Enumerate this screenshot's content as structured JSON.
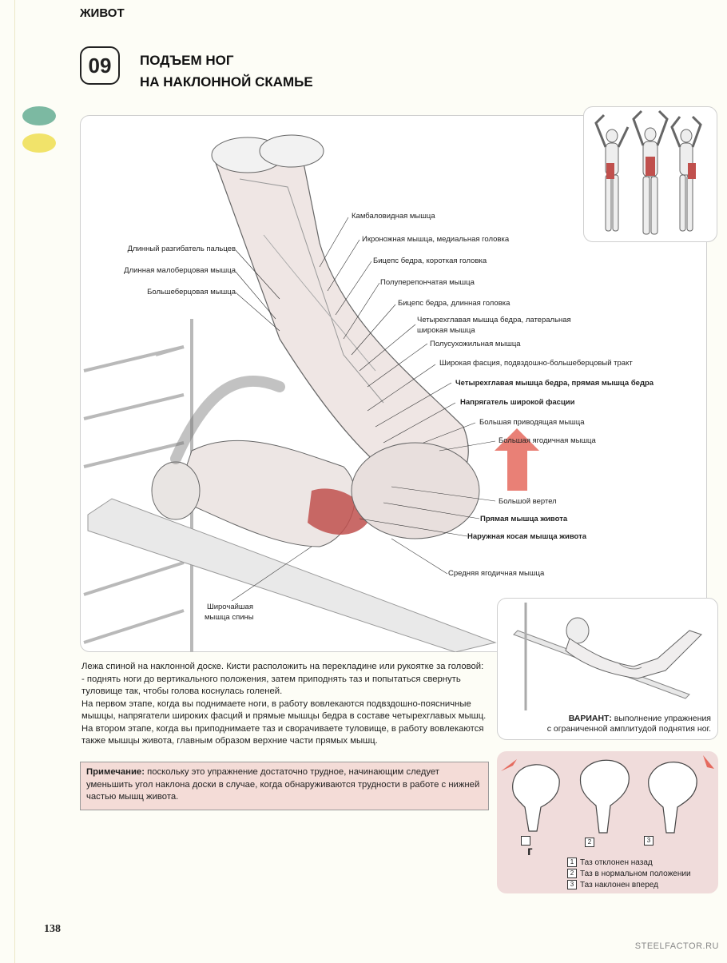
{
  "header": {
    "section": "ЖИВОТ",
    "number": "09",
    "title_line1": "ПОДЪЕМ НОГ",
    "title_line2": "НА НАКЛОННОЙ СКАМЬЕ"
  },
  "labels_left": [
    "Длинный разгибатель пальцев",
    "Длинная малоберцовая мышца",
    "Большеберцовая мышца"
  ],
  "labels_right": [
    "Камбаловидная мышца",
    "Икроножная мышца, медиальная головка",
    "Бицепс бедра, короткая головка",
    "Полуперепончатая мышца",
    "Бицепс бедра, длинная головка",
    "Четырехглавая мышца бедра, латеральная",
    "широкая мышца",
    "Полусухожильная мышца",
    "Широкая фасция, подвздошно-большеберцовый тракт",
    "Четырехглавая мышца бедра, прямая мышца бедра",
    "Напрягатель широкой фасции",
    "Большая приводящая мышца",
    "Большая ягодичная мышца",
    "Большой вертел",
    "Прямая мышца живота",
    "Наружная косая мышца живота",
    "Средняя ягодичная мышца"
  ],
  "label_lat_1": "Широчайшая",
  "label_lat_2": "мышца спины",
  "variant": {
    "title": "ВАРИАНТ:",
    "text1": "выполнение упражнения",
    "text2": "с ограниченной амплитудой поднятия ног."
  },
  "pelvis": {
    "letter": "г",
    "box2": "2",
    "box3": "3",
    "legend": [
      {
        "num": "1",
        "text": "Таз отклонен назад"
      },
      {
        "num": "2",
        "text": "Таз в нормальном положении"
      },
      {
        "num": "3",
        "text": "Таз наклонен вперед"
      }
    ]
  },
  "body": {
    "p1": "Лежа спиной на наклонной доске. Кисти расположить на перекладине или рукоятке за головой:",
    "p2": "- поднять ноги до вертикального положения, затем приподнять таз и попытаться свернуть туловище так, чтобы голова коснулась голеней.",
    "p3": "На первом этапе, когда вы поднимаете ноги, в работу вовлекаются подвздошно-поясничные мышцы, напрягатели широких фасций и прямые мышцы бедра в составе четырехглавых мышц.",
    "p4": "На втором этапе, когда вы приподнимаете таз и сворачиваете туловище, в работу вовлекаются также мышцы живота, главным образом верхние части прямых мышц."
  },
  "note": {
    "title": "Примечание:",
    "text": "поскольку это упражнение достаточно трудное, начинающим следует уменьшить угол наклона доски в случае, когда обнаруживаются трудности в работе с нижней частью мышц живота."
  },
  "footer": {
    "page": "138",
    "site": "STEELFACTOR.RU"
  },
  "colors": {
    "accent_green": "#7cb9a2",
    "accent_yellow": "#f1e36a",
    "muscle_red": "#c0504d",
    "note_bg": "#f4dcd7",
    "arrow": "#e56a5e"
  }
}
